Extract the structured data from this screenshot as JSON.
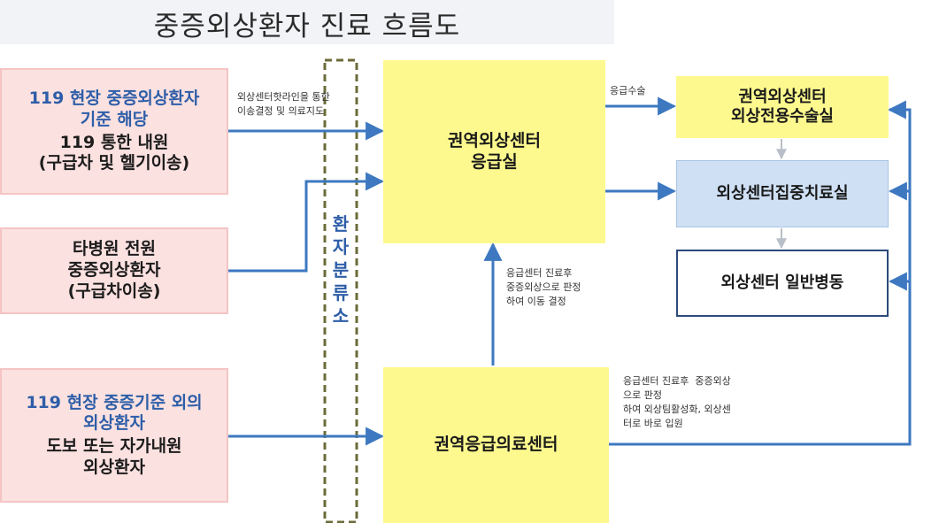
{
  "title": "중증외상환자 진료 흐름도",
  "sources": [
    {
      "lines_blue": [
        "119 현장 중증외상환자",
        "기준 해당"
      ],
      "lines_dark": [
        "119 통한 내원",
        "(구급차 및 헬기이송)"
      ]
    },
    {
      "lines_blue": [],
      "lines_dark": [
        "타병원 전원",
        "중증외상환자",
        "(구급차이송)"
      ]
    },
    {
      "lines_blue": [
        "119 현장 중증기준 외의",
        "외상환자"
      ],
      "lines_dark": [
        "도보 또는 자가내원",
        "외상환자"
      ]
    }
  ],
  "triage": {
    "chars": [
      "환",
      "자",
      "분",
      "류",
      "소"
    ]
  },
  "er": {
    "lines": [
      "권역외상센터",
      "응급실"
    ]
  },
  "regional_ec": {
    "label": "권역응급의료센터"
  },
  "or": {
    "lines": [
      "권역외상센터",
      "외상전용수술실"
    ]
  },
  "icu": {
    "label": "외상센터집중치료실"
  },
  "ward": {
    "label": "외상센터 일반병동"
  },
  "notes": {
    "hotline": "외상센터핫라인을 통한\n이송결정 및 의료지도",
    "surgery": "응급수술",
    "transfer": "응급센터 진료후\n중증외상으로 판정\n하여 이동 결정",
    "direct": "응급센터 진료후  중증외상\n으로 판정\n하여 외상팀활성화, 외상센\n터로 바로 입원"
  },
  "colors": {
    "pink": "#fbe1e0",
    "yellow": "#fdf98e",
    "blue_box": "#cfe0f4",
    "arrow": "#3d78c0",
    "triage_border": "#6b6b3a"
  }
}
